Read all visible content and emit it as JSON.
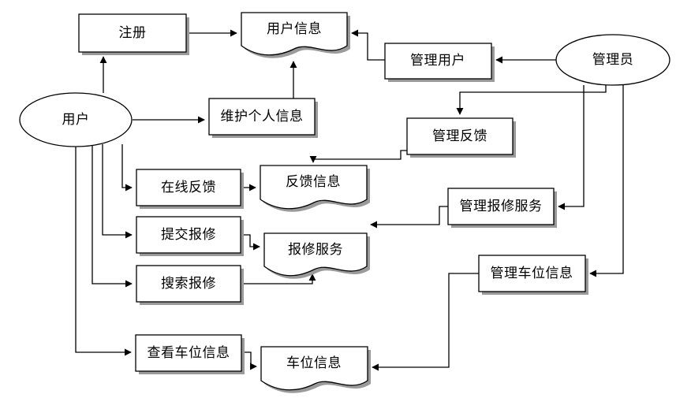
{
  "diagram": {
    "type": "data-flow-diagram",
    "title": "",
    "background_color": "#ffffff",
    "line_color": "#000000",
    "shadow_color": "#9a9a9a",
    "entities": [
      {
        "id": "user",
        "label": "用户",
        "shape": "ellipse"
      },
      {
        "id": "admin",
        "label": "管理员",
        "shape": "ellipse"
      }
    ],
    "processes": [
      {
        "id": "register",
        "label": "注册",
        "shape": "rectangle"
      },
      {
        "id": "maintain-personal-info",
        "label": "维护个人信息",
        "shape": "rectangle"
      },
      {
        "id": "online-feedback",
        "label": "在线反馈",
        "shape": "rectangle"
      },
      {
        "id": "submit-repair",
        "label": "提交报修",
        "shape": "rectangle"
      },
      {
        "id": "search-repair",
        "label": "搜索报修",
        "shape": "rectangle"
      },
      {
        "id": "view-parking-info",
        "label": "查看车位信息",
        "shape": "rectangle"
      },
      {
        "id": "manage-users",
        "label": "管理用户",
        "shape": "rectangle"
      },
      {
        "id": "manage-feedback",
        "label": "管理反馈",
        "shape": "rectangle"
      },
      {
        "id": "manage-repair-service",
        "label": "管理报修服务",
        "shape": "rectangle"
      },
      {
        "id": "manage-parking-info",
        "label": "管理车位信息",
        "shape": "rectangle"
      }
    ],
    "data_stores": [
      {
        "id": "user-info",
        "label": "用户信息",
        "shape": "document"
      },
      {
        "id": "feedback-info",
        "label": "反馈信息",
        "shape": "document"
      },
      {
        "id": "repair-service",
        "label": "报修服务",
        "shape": "document"
      },
      {
        "id": "parking-info",
        "label": "车位信息",
        "shape": "document"
      }
    ],
    "flows": [
      {
        "from": "user",
        "to": "register"
      },
      {
        "from": "register",
        "to": "user-info"
      },
      {
        "from": "user",
        "to": "maintain-personal-info"
      },
      {
        "from": "maintain-personal-info",
        "to": "user-info"
      },
      {
        "from": "user",
        "to": "online-feedback"
      },
      {
        "from": "online-feedback",
        "to": "feedback-info"
      },
      {
        "from": "user",
        "to": "submit-repair"
      },
      {
        "from": "submit-repair",
        "to": "repair-service"
      },
      {
        "from": "user",
        "to": "search-repair"
      },
      {
        "from": "search-repair",
        "to": "repair-service"
      },
      {
        "from": "user",
        "to": "view-parking-info"
      },
      {
        "from": "view-parking-info",
        "to": "parking-info"
      },
      {
        "from": "admin",
        "to": "manage-users"
      },
      {
        "from": "manage-users",
        "to": "user-info"
      },
      {
        "from": "admin",
        "to": "manage-feedback"
      },
      {
        "from": "manage-feedback",
        "to": "feedback-info"
      },
      {
        "from": "admin",
        "to": "manage-repair-service"
      },
      {
        "from": "manage-repair-service",
        "to": "repair-service"
      },
      {
        "from": "admin",
        "to": "manage-parking-info"
      },
      {
        "from": "manage-parking-info",
        "to": "parking-info"
      }
    ]
  }
}
